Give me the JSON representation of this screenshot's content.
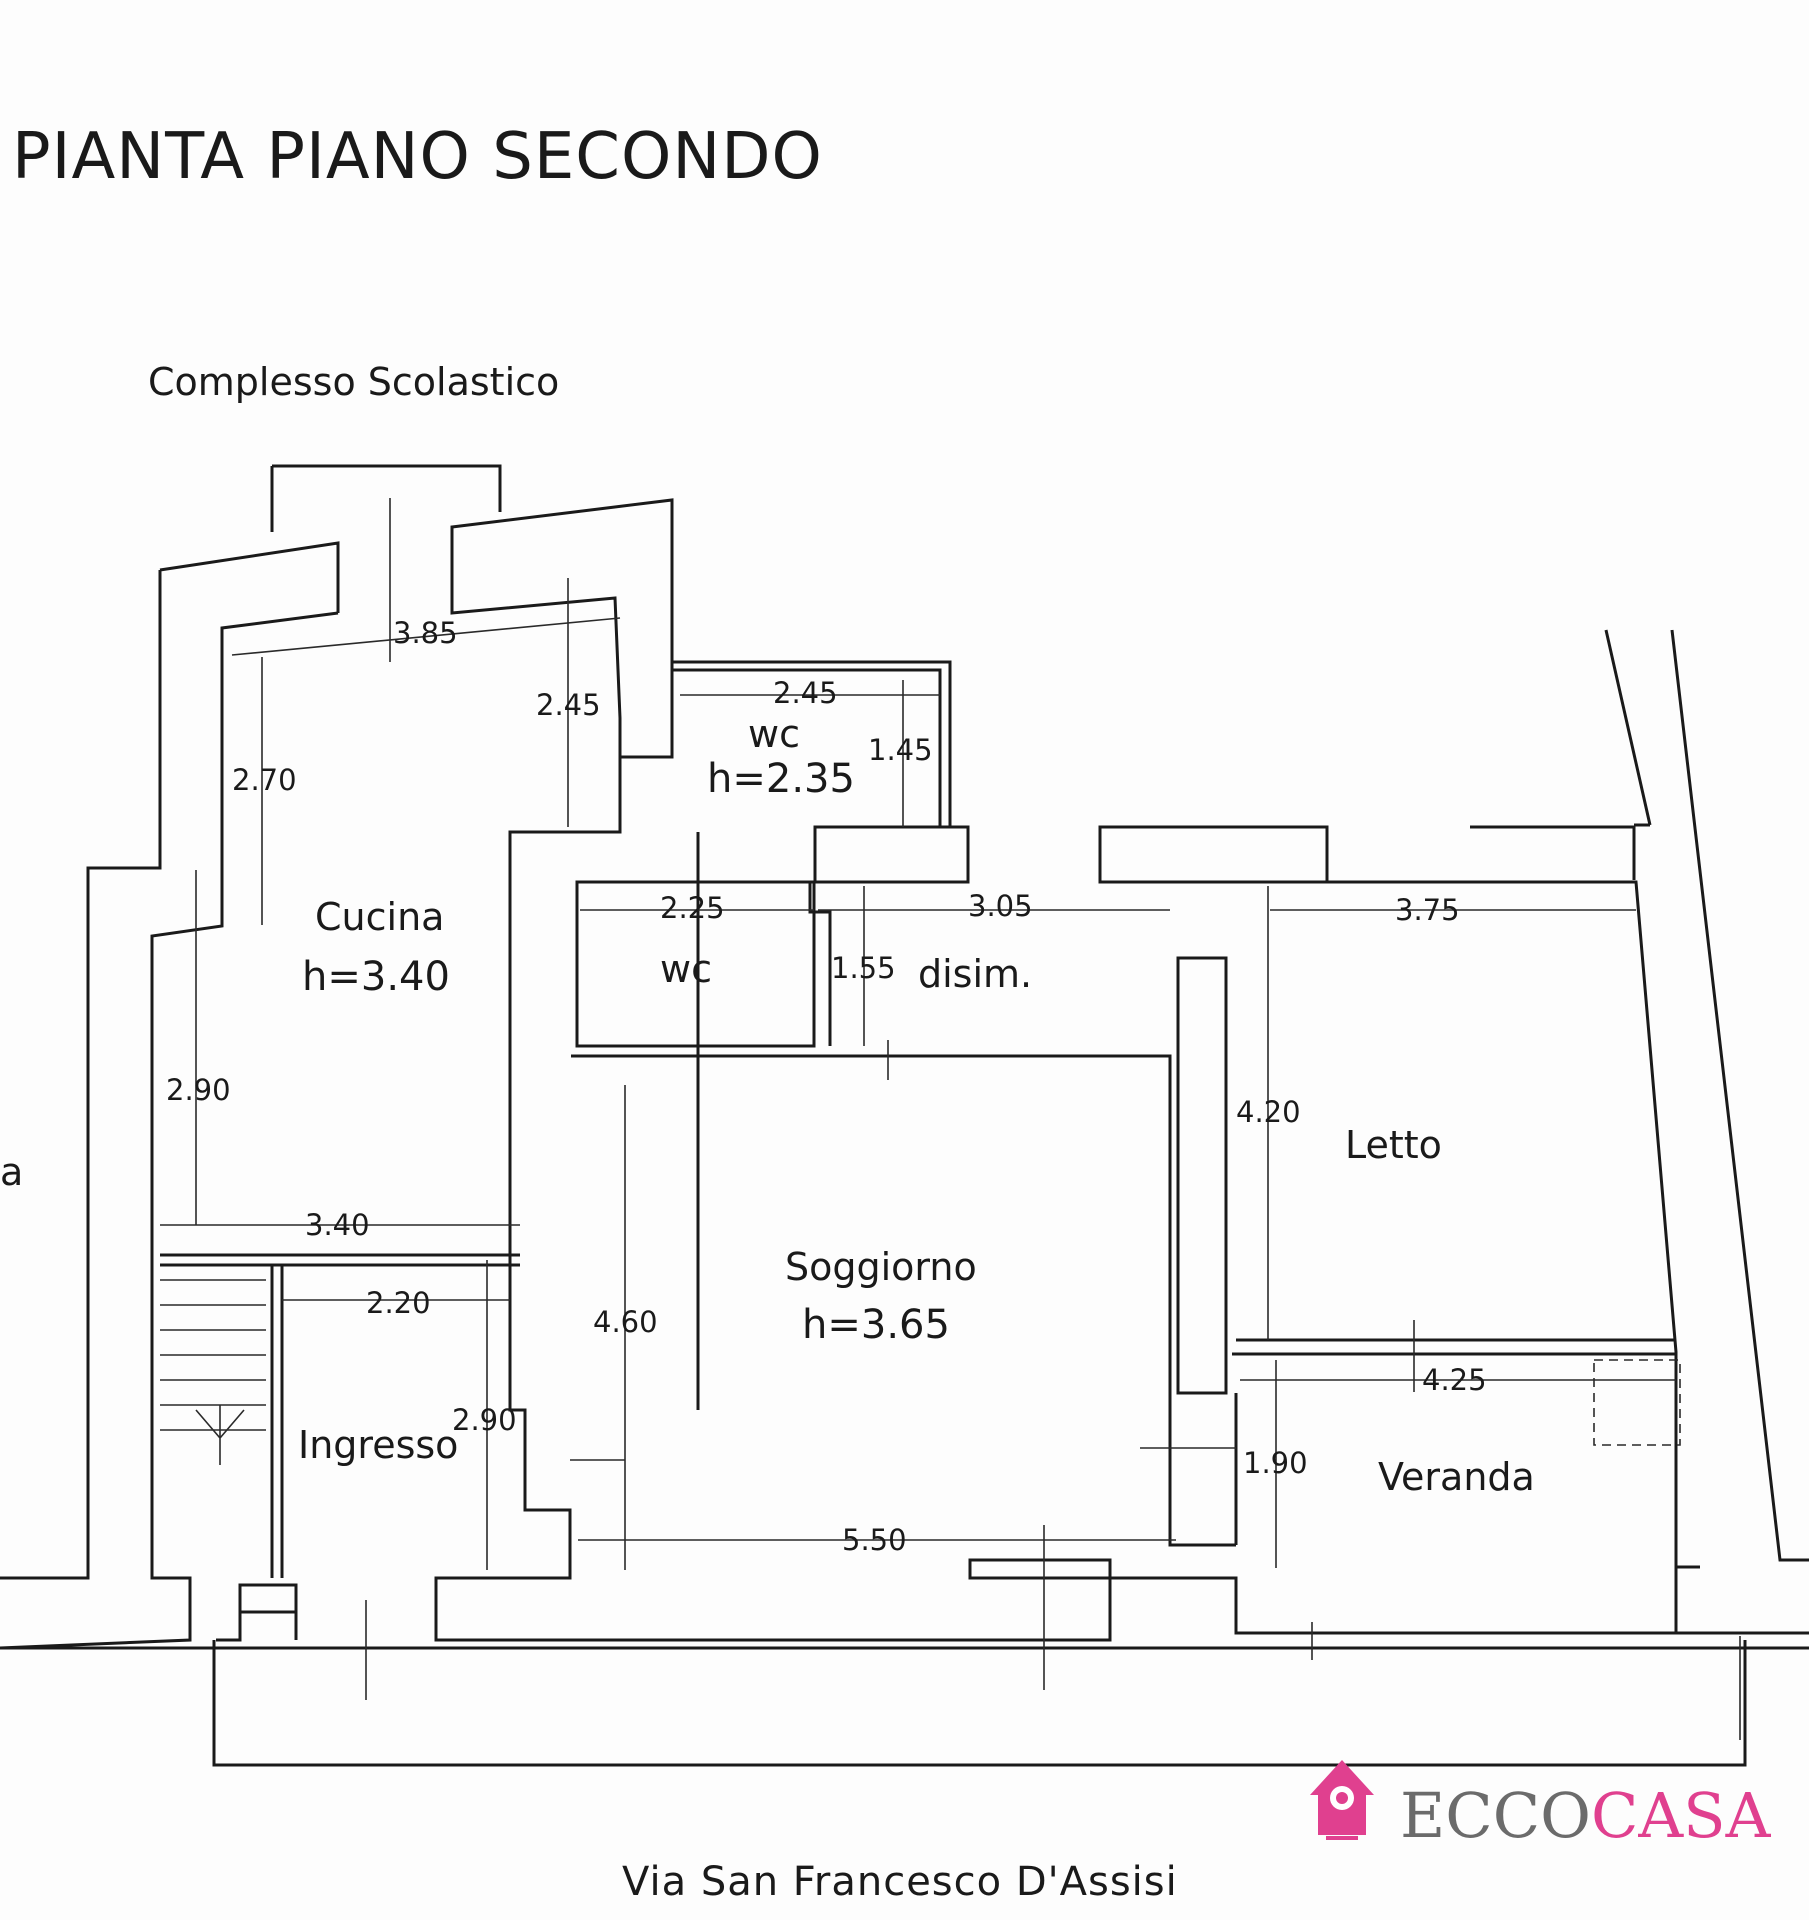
{
  "title": "PIANTA PIANO SECONDO",
  "neighbor": "Complesso Scolastico",
  "street": "Via San Francesco D'Assisi",
  "cut_text": "a",
  "rooms": {
    "cucina": {
      "name": "Cucina",
      "height": "h=3.40"
    },
    "wc_upper": {
      "name": "wc",
      "height": "h=2.35"
    },
    "wc_lower": {
      "name": "wc"
    },
    "disim": {
      "name": "disim."
    },
    "letto": {
      "name": "Letto"
    },
    "soggiorno": {
      "name": "Soggiorno",
      "height": "h=3.65"
    },
    "ingresso": {
      "name": "Ingresso"
    },
    "veranda": {
      "name": "Veranda"
    }
  },
  "dimensions": [
    "3.85",
    "2.70",
    "2.45",
    "2.45",
    "1.45",
    "2.25",
    "3.05",
    "3.75",
    "1.55",
    "2.90",
    "4.20",
    "3.40",
    "2.20",
    "4.60",
    "4.25",
    "2.90",
    "1.90",
    "5.50"
  ],
  "logo": {
    "part1": "ECCO",
    "part2": "CASA"
  },
  "colors": {
    "logo_pink": "#e0408f",
    "logo_grey": "#6b6b6b",
    "ink": "#1a1a1a"
  }
}
